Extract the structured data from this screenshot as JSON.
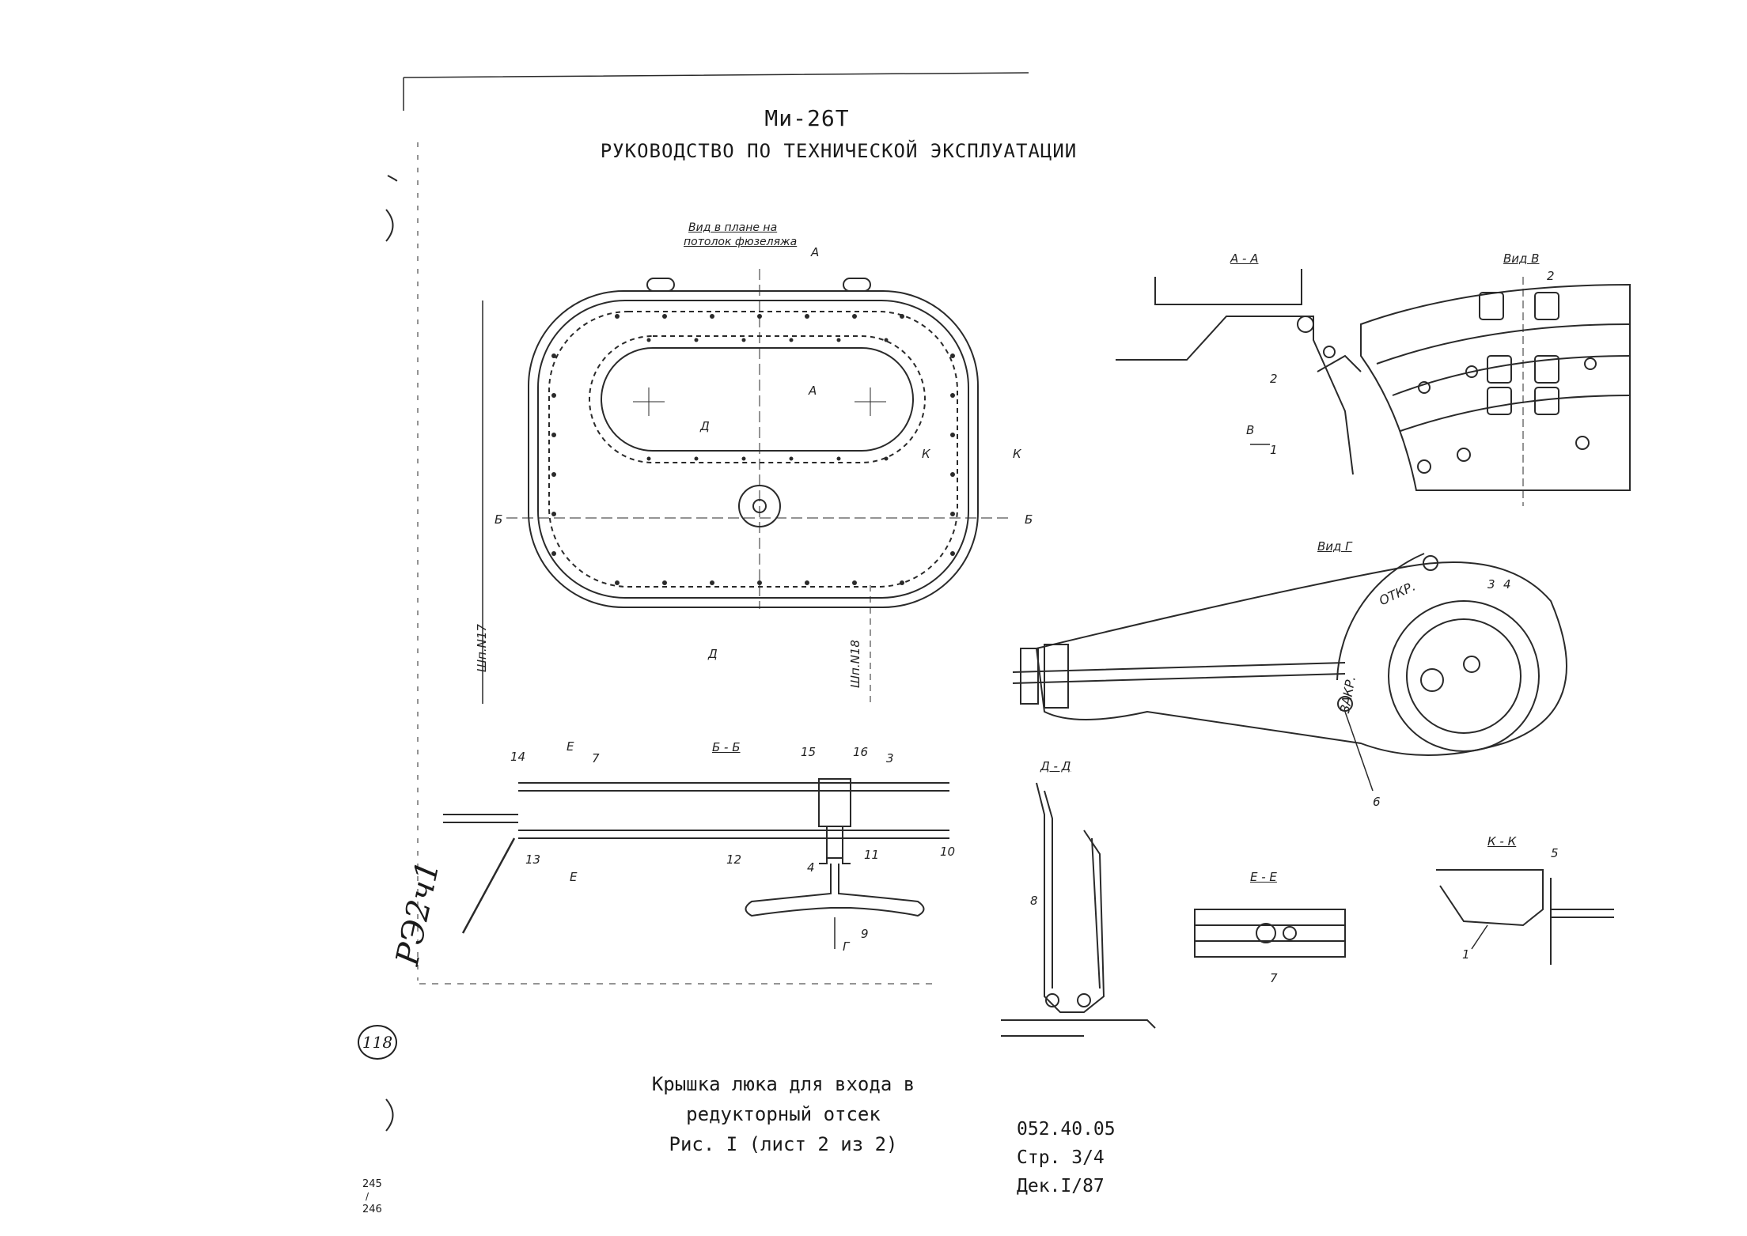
{
  "header": {
    "model": "Ми-26Т",
    "manual_title": "РУКОВОДСТВО ПО ТЕХНИЧЕСКОЙ ЭКСПЛУАТАЦИИ"
  },
  "views": {
    "plan_title_line1": "Вид в плане на",
    "plan_title_line2": "потолок фюзеляжа",
    "section_aa": "А - А",
    "view_v": "Вид В",
    "view_g": "Вид Г",
    "section_bb": "Б - Б",
    "section_dd": "Д - Д",
    "section_ee": "Е - Е",
    "section_kk": "К - К",
    "frame_17": "Шп.N17",
    "frame_18": "Шп.N18",
    "open_label": "ОТКР.",
    "close_label": "ЗАКР."
  },
  "markers": {
    "a": "А",
    "b": "Б",
    "d": "Д",
    "k": "К",
    "e": "Е",
    "v": "В",
    "g": "Г"
  },
  "callouts": [
    "1",
    "2",
    "3",
    "4",
    "5",
    "6",
    "7",
    "8",
    "9",
    "10",
    "11",
    "12",
    "13",
    "14",
    "15",
    "16"
  ],
  "caption": {
    "line1": "Крышка люка для входа в",
    "line2": "редукторный отсек",
    "line3": "Рис. I (лист 2 из 2)"
  },
  "doc_info": {
    "code": "052.40.05",
    "page": "Стр. 3/4",
    "date": "Дек.I/87"
  },
  "page_numbers": {
    "top": "245",
    "bottom": "246"
  },
  "stamp_text": "РЭ2ч1",
  "circled_number": "118"
}
